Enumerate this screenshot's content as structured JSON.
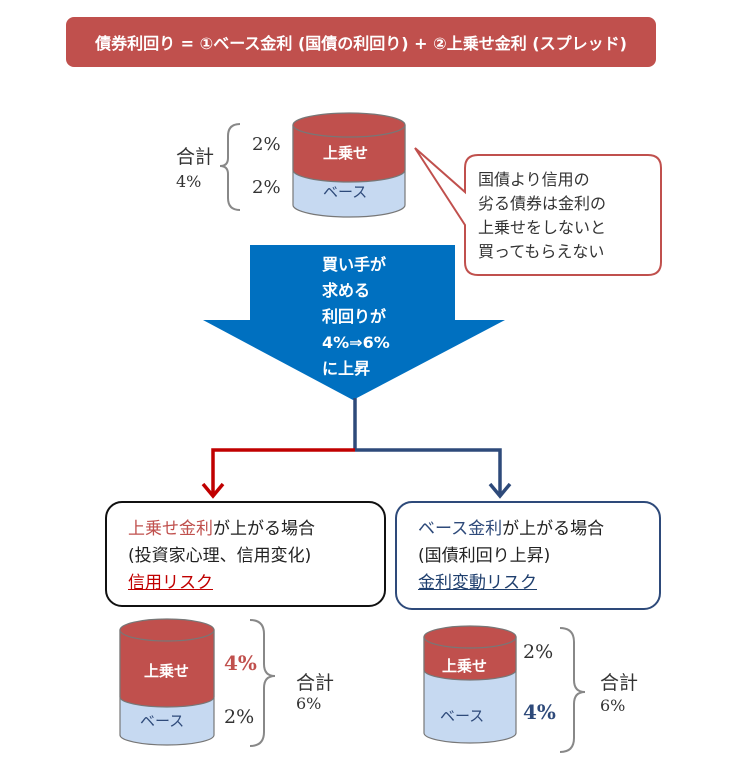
{
  "title": "債券利回り = ①ベース金利 (国債の利回り) + ②上乗せ金利 (スプレッド)",
  "top": {
    "total_label": "合計",
    "total_value": "4%",
    "spread_pct": "2%",
    "base_pct": "2%",
    "spread_label": "上乗せ",
    "base_label": "ベース"
  },
  "callout": [
    "国債より信用の",
    "劣る債券は金利の",
    "上乗せをしないと",
    "買ってもらえない"
  ],
  "arrow": [
    "買い手が",
    "求める",
    "利回りが",
    "4%⇒6%",
    "に上昇"
  ],
  "left_case": {
    "highlight": "上乗せ金利",
    "rest": "が上がる場合",
    "line2": "(投資家心理、信用変化)",
    "risk": "信用リスク",
    "spread_pct": "4%",
    "base_pct": "2%",
    "spread_label": "上乗せ",
    "base_label": "ベース",
    "total_label": "合計",
    "total_value": "6%"
  },
  "right_case": {
    "highlight": "ベース金利",
    "rest": "が上がる場合",
    "line2": "(国債利回り上昇)",
    "risk": "金利変動リスク",
    "spread_pct": "2%",
    "base_pct": "4%",
    "spread_label": "上乗せ",
    "base_label": "ベース",
    "total_label": "合計",
    "total_value": "6%"
  },
  "colors": {
    "red": "#c0504d",
    "light_blue": "#c6d9f1",
    "arrow_blue": "#0070c0",
    "dark_blue": "#2e4a7a",
    "dark_red": "#c00000"
  }
}
